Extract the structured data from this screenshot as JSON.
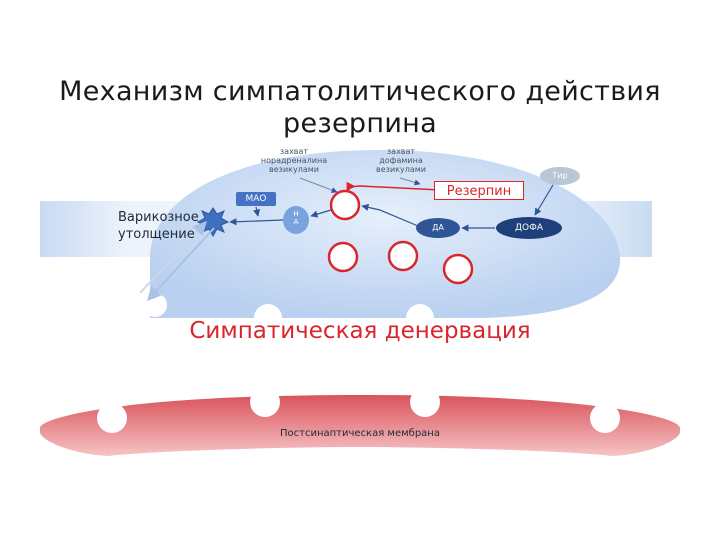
{
  "title": {
    "line1": "Механизм симпатолитического действия",
    "line2": "резерпина"
  },
  "labels": {
    "uptake_ne_1": "захват",
    "uptake_ne_2": "норадреналина",
    "uptake_ne_3": "везикулами",
    "uptake_da_1": "захват",
    "uptake_da_2": "дофамина",
    "uptake_da_3": "везикулами",
    "varicose_1": "Варикозное",
    "varicose_2": "утолщение",
    "mao": "МАО",
    "na_1": "Н",
    "na_2": "А",
    "reserpine": "Резерпин",
    "da": "ДА",
    "dopa": "ДОФА",
    "tyr": "Тир",
    "denervation": "Симпатическая денервация",
    "postsynaptic": "Постсинаптическая мембрана"
  },
  "colors": {
    "neuron": "#c9dcf6",
    "axon_band": "#dbe7f7",
    "red": "#d9252b",
    "node_blue": "#2f5597",
    "membrane": "#e88b8f"
  }
}
